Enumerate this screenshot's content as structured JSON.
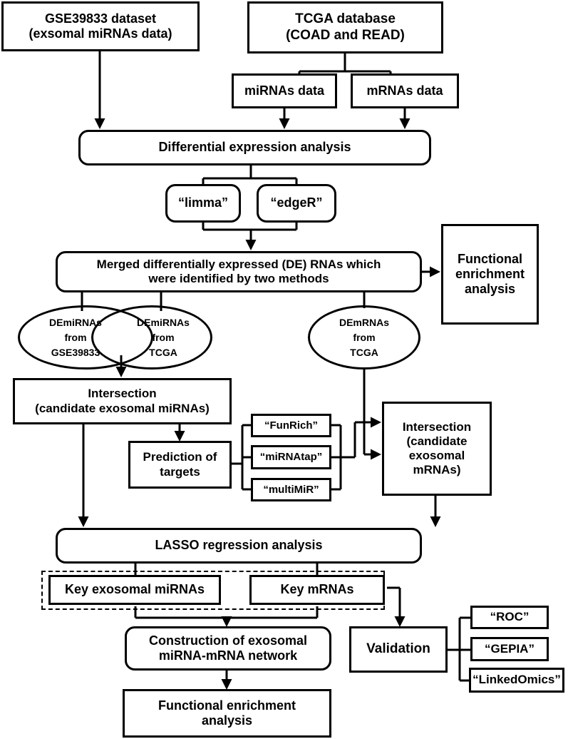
{
  "diagram": {
    "title": "Exosomal miRNA-mRNA network analysis workflow",
    "stroke_color": "#000000",
    "background_color": "#ffffff"
  },
  "nodes": {
    "gse_dataset": "GSE39833 dataset\n(exsomal miRNAs data)",
    "gse_dataset_line1": "GSE39833 dataset",
    "gse_dataset_line2": "(exsomal miRNAs data)",
    "tcga_database_line1": "TCGA database",
    "tcga_database_line2": "(COAD and READ)",
    "mirnas_data": "miRNAs data",
    "mrnas_data": "mRNAs data",
    "differential_expression": "Differential expression analysis",
    "limma": "“limma”",
    "edger": "“edgeR”",
    "merged_de_line1": "Merged differentially expressed (DE) RNAs which",
    "merged_de_line2": "were identified by two methods",
    "functional_enrichment_right_line1": "Functional",
    "functional_enrichment_right_line2": "enrichment",
    "functional_enrichment_right_line3": "analysis",
    "venn_left_line1": "DEmiRNAs",
    "venn_left_line2": "from",
    "venn_left_line3": "GSE39833",
    "venn_right_line1": "DEmiRNAs",
    "venn_right_line2": "from",
    "venn_right_line3": "TCGA",
    "demrnas_line1": "DEmRNAs",
    "demrnas_line2": "from",
    "demrnas_line3": "TCGA",
    "intersection_mirnas_line1": "Intersection",
    "intersection_mirnas_line2": "(candidate exosomal miRNAs)",
    "prediction_targets_line1": "Prediction of",
    "prediction_targets_line2": "targets",
    "funrich": "“FunRich”",
    "mirnatap": "“miRNAtap”",
    "multimir": "“multiMiR”",
    "intersection_mrnas_line1": "Intersection",
    "intersection_mrnas_line2": "(candidate",
    "intersection_mrnas_line3": "exosomal",
    "intersection_mrnas_line4": "mRNAs)",
    "lasso": "LASSO regression analysis",
    "key_exosomal_mirnas": "Key exosomal miRNAs",
    "key_mrnas": "Key mRNAs",
    "construction_line1": "Construction of exosomal",
    "construction_line2": "miRNA-mRNA network",
    "functional_enrichment_bottom_line1": "Functional enrichment",
    "functional_enrichment_bottom_line2": "analysis",
    "validation": "Validation",
    "roc": "“ROC”",
    "gepia": "“GEPIA”",
    "linkedomics": "“LinkedOmics”"
  }
}
